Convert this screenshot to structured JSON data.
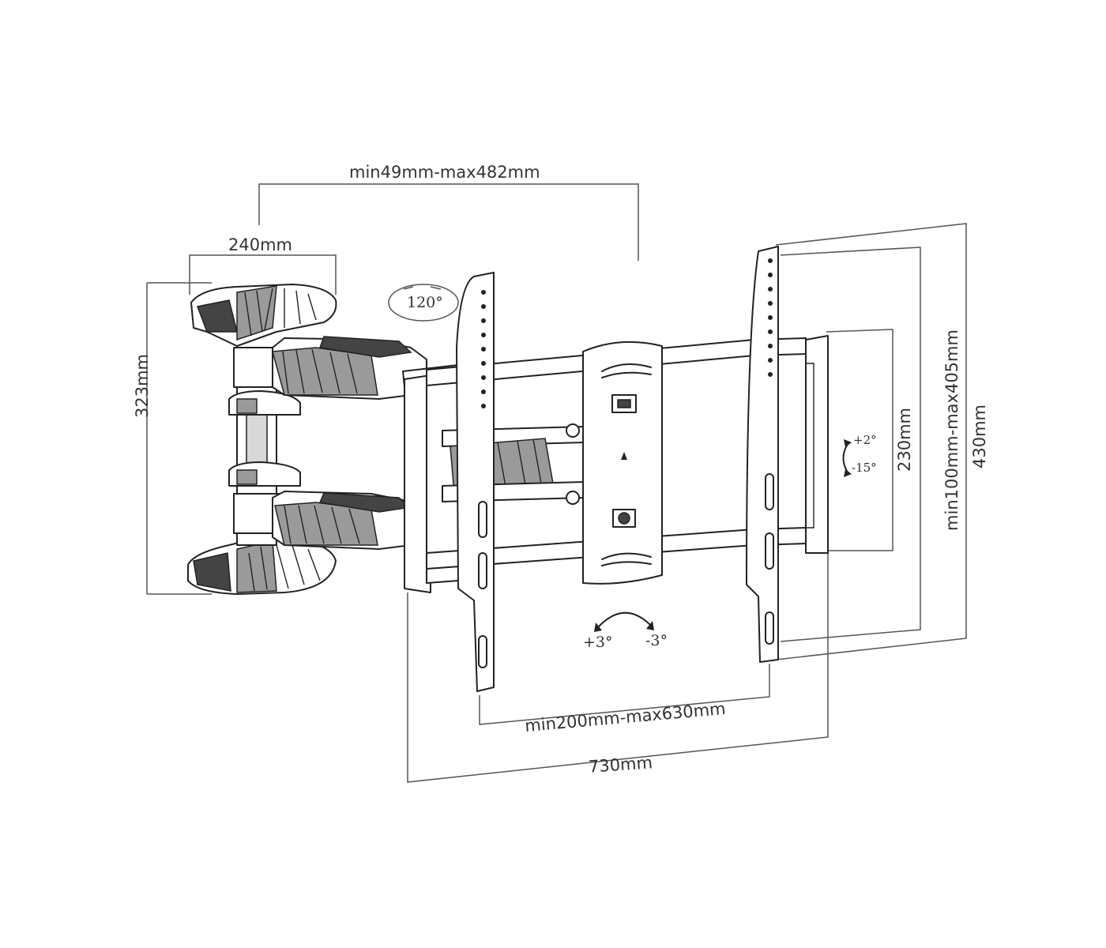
{
  "dimensions": {
    "arm_extension": "min49mm-max482mm",
    "wall_plate_width": "240mm",
    "wall_plate_height": "323mm",
    "swivel_angle": "120°",
    "vesa_vertical": "230mm",
    "vesa_vertical_range": "min100mm-max405mm",
    "tv_plate_height": "430mm",
    "vesa_horizontal_range": "min200mm-max630mm",
    "tv_plate_width": "730mm"
  },
  "angles": {
    "tilt_up": "+2°",
    "tilt_down": "-15°",
    "level_plus": "+3°",
    "level_minus": "-3°"
  }
}
